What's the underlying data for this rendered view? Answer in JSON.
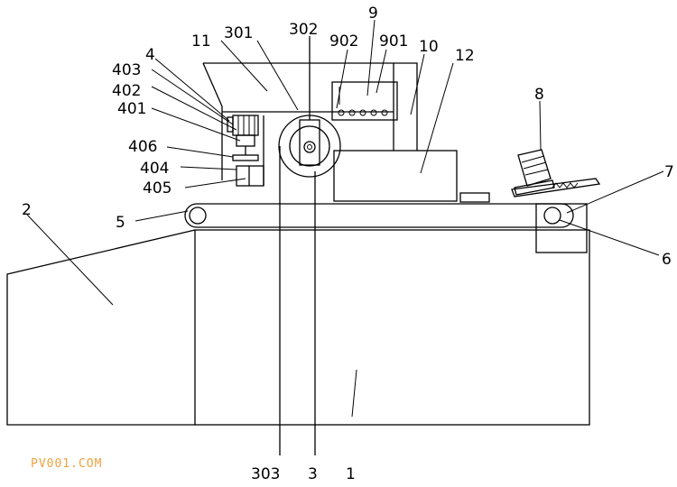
{
  "diagram": {
    "labels": {
      "l1": "1",
      "l2": "2",
      "l3": "3",
      "l4": "4",
      "l5": "5",
      "l6": "6",
      "l7": "7",
      "l8": "8",
      "l9": "9",
      "l10": "10",
      "l11": "11",
      "l12": "12",
      "l301": "301",
      "l302": "302",
      "l303": "303",
      "l401": "401",
      "l402": "402",
      "l403": "403",
      "l404": "404",
      "l405": "405",
      "l406": "406",
      "l901": "901",
      "l902": "902"
    },
    "watermark": "PV001.COM"
  }
}
